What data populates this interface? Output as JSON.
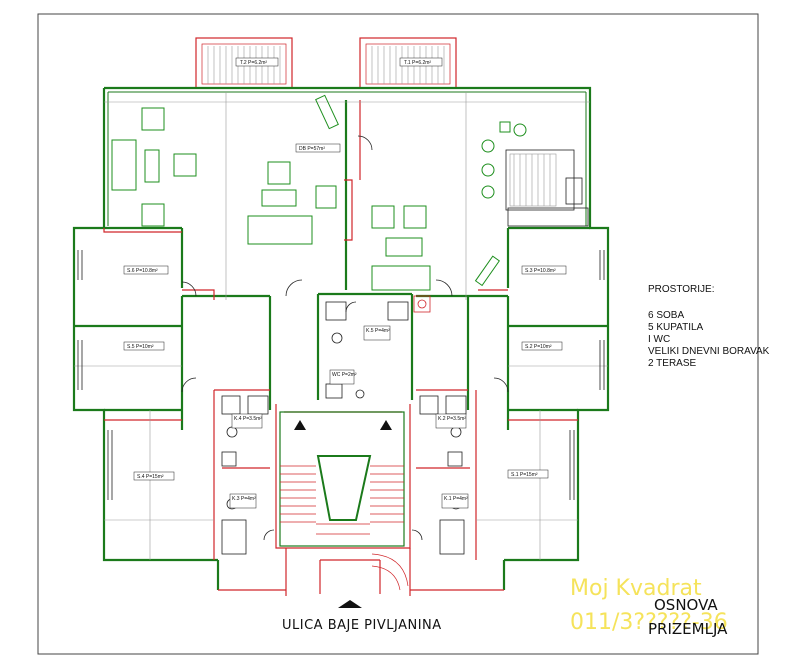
{
  "plan": {
    "terrace_tags": [
      "T.2  P=6.2m²",
      "T.1  P=6.2m²"
    ],
    "living_tag": "DB  P=57m²",
    "room_tags": {
      "s6": "S.6  P=10.8m²",
      "s5": "S.5  P=10m²",
      "s4": "S.4  P=15m²",
      "s3": "S.3  P=10.8m²",
      "s2": "S.2  P=10m²",
      "s1": "S.1  P=15m²",
      "k5": "K.5  P=4m²",
      "wc": "WC  P=2m²",
      "k4": "K.4  P=3.5m²",
      "k3": "K.3  P=4m²",
      "k2": "K.2  P=3.5m²",
      "k1": "K.1  P=4m²"
    }
  },
  "legend": {
    "heading": "PROSTORIJE:",
    "items": [
      "6 SOBA",
      "5 KUPATILA",
      "I WC",
      "VELIKI DNEVNI BORAVAK",
      "2 TERASE"
    ]
  },
  "street": "ULICA BAJE PIVLJANINA",
  "title": {
    "line1": "OSNOVA",
    "line2": "PRIZEMLJA"
  },
  "watermark": {
    "line1": "Moj Kvadrat",
    "line2": "011/3?????-36"
  }
}
